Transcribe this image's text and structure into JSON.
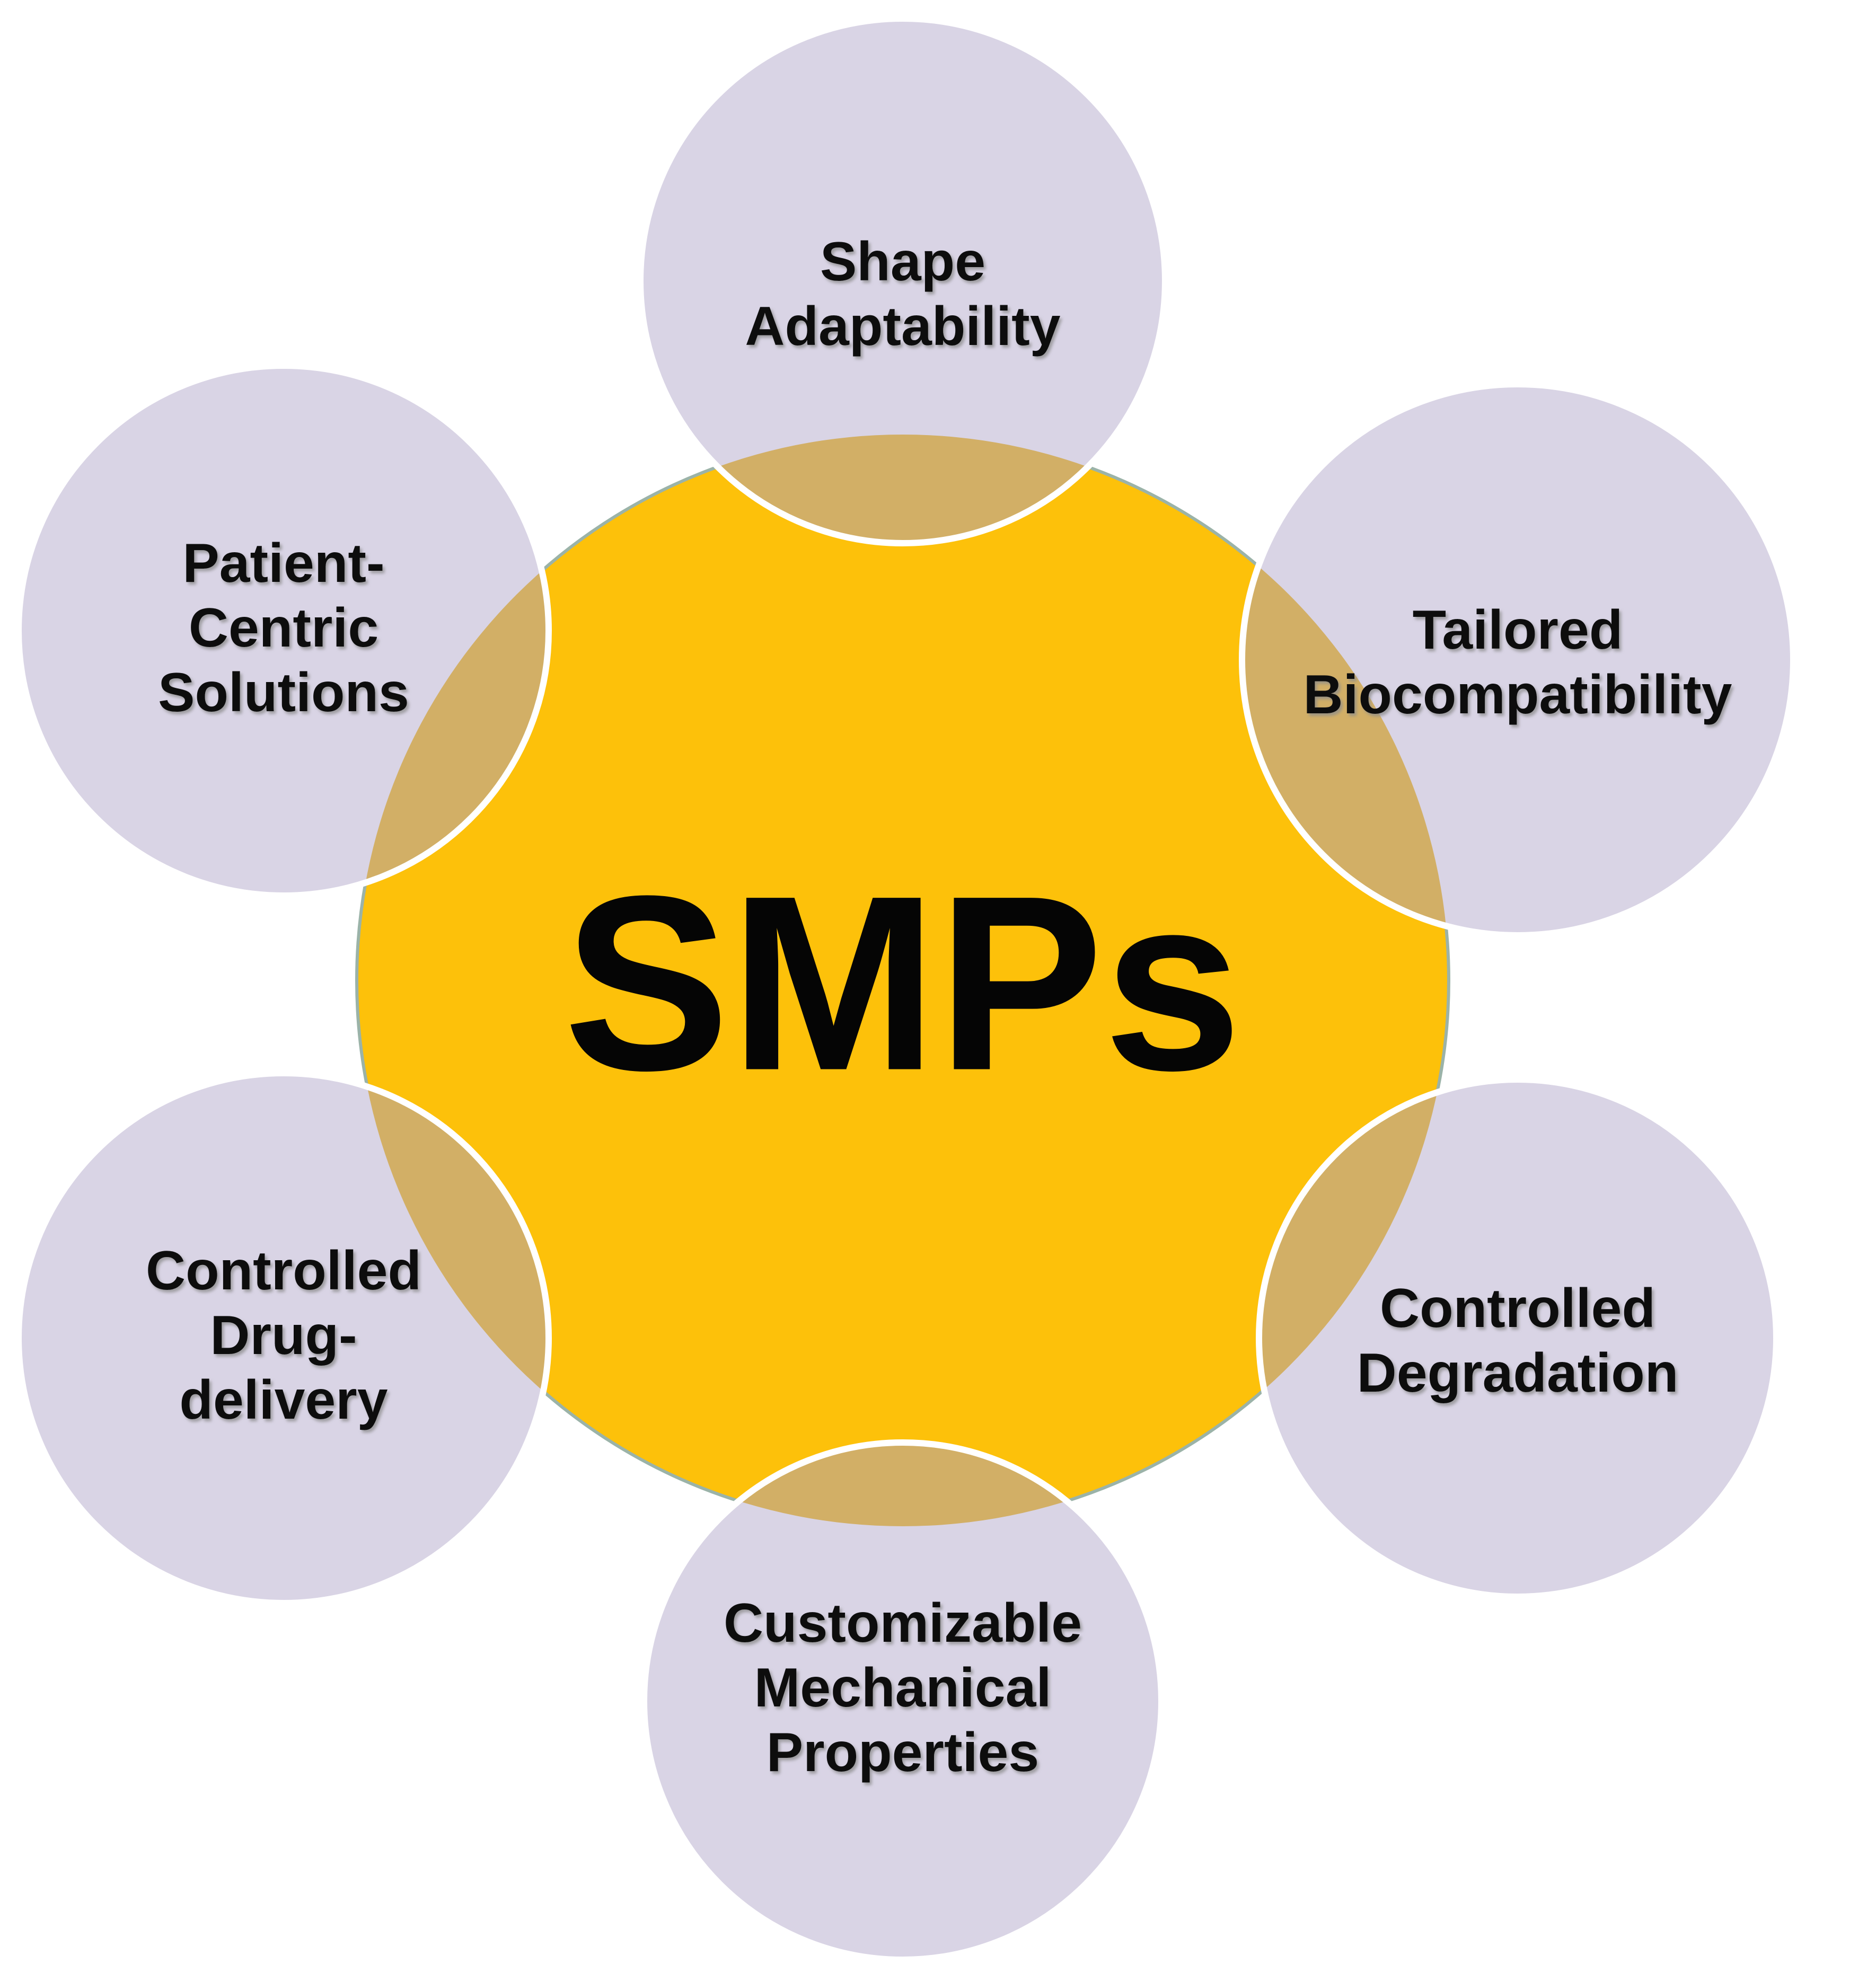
{
  "center": {
    "label": "SMPs"
  },
  "satellites": [
    {
      "id": "shape-adaptability",
      "lines": [
        "Shape",
        "Adaptability"
      ]
    },
    {
      "id": "tailored-biocompatibility",
      "lines": [
        "Tailored",
        "Biocompatibility"
      ]
    },
    {
      "id": "controlled-degradation",
      "lines": [
        "Controlled",
        "Degradation"
      ]
    },
    {
      "id": "customizable-mechanical-properties",
      "lines": [
        "Customizable",
        "Mechanical",
        "Properties"
      ]
    },
    {
      "id": "controlled-drug-delivery",
      "lines": [
        "Controlled",
        "Drug-",
        "delivery"
      ]
    },
    {
      "id": "patient-centric-solutions",
      "lines": [
        "Patient-",
        "Centric",
        "Solutions"
      ]
    }
  ],
  "colors": {
    "center_fill": "#FDC10A",
    "center_rim": "#9BB3A8",
    "satellite_fill": "#D9D4E5",
    "satellite_stroke": "#FFFFFF",
    "overlap_fill": "#D2AF66",
    "text": "#111111"
  }
}
